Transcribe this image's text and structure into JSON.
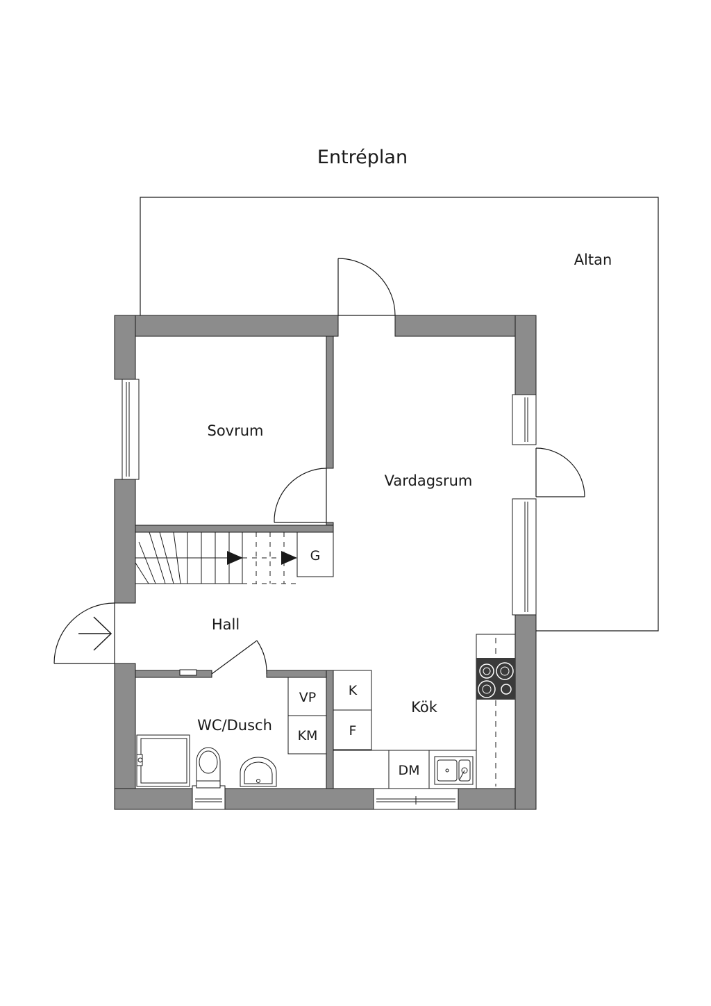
{
  "title": "Entréplan",
  "rooms": {
    "altan": "Altan",
    "sovrum": "Sovrum",
    "vardagsrum": "Vardagsrum",
    "hall": "Hall",
    "wc_dusch": "WC/Dusch",
    "kok": "Kök"
  },
  "fixtures": {
    "garderob": "G",
    "vp": "VP",
    "km": "KM",
    "kyl": "K",
    "frys": "F",
    "dm": "DM"
  },
  "colors": {
    "wall": "#8c8c8c",
    "line": "#1a1a1a",
    "stove": "#3a3a3a"
  }
}
